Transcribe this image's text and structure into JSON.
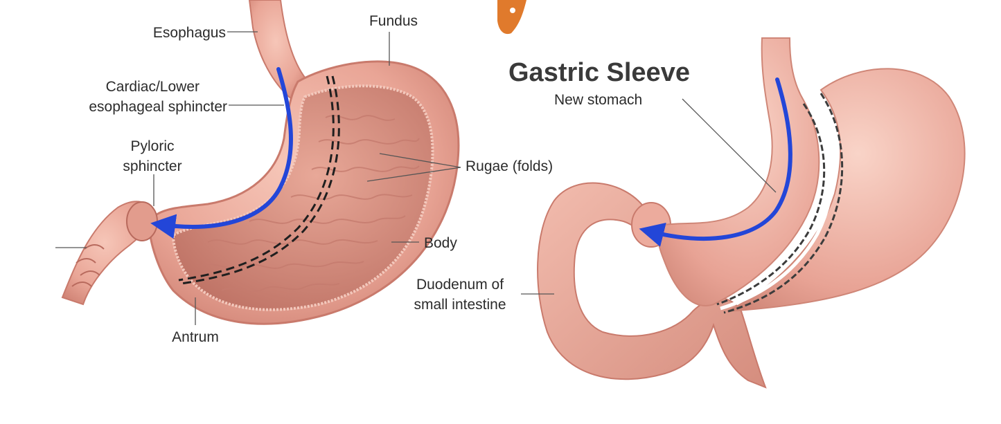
{
  "title": "Gastric Sleeve",
  "labels": {
    "esophagus": "Esophagus",
    "fundus": "Fundus",
    "cardiac_line1": "Cardiac/Lower",
    "cardiac_line2": "esophageal sphincter",
    "pyloric_line1": "Pyloric",
    "pyloric_line2": "sphincter",
    "rugae": "Rugae (folds)",
    "body": "Body",
    "antrum": "Antrum",
    "new_stomach": "New stomach",
    "duodenum_line1": "Duodenum of",
    "duodenum_line2": "small intestine"
  },
  "colors": {
    "tissue": "#e9a596",
    "tissue_dark": "#c97a6c",
    "interior": "#d98e81",
    "flow_arrow": "#2346d8",
    "staple_line": "#1f1f1f",
    "logo": "#e07a2c",
    "label_text": "#2b2b2b"
  }
}
